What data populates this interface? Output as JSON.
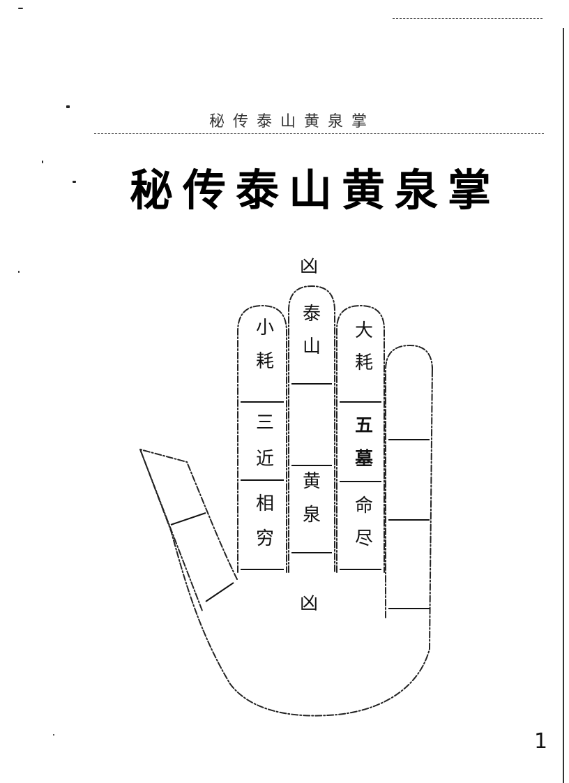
{
  "page": {
    "running_header": "秘传泰山黄泉掌",
    "title": "秘传泰山黄泉掌",
    "page_number": "1"
  },
  "diagram": {
    "top_label": "凶",
    "bottom_label": "凶",
    "fingers": {
      "little": {
        "top": [
          "小",
          "耗"
        ],
        "middle": [
          "三",
          "近"
        ],
        "bottom": [
          "相",
          "穷"
        ]
      },
      "middle": {
        "top": [
          "泰",
          "山"
        ],
        "bottom": [
          "黄",
          "泉"
        ]
      },
      "ring": {
        "top": [
          "大",
          "耗"
        ],
        "middle": [
          "五",
          "墓"
        ],
        "bottom": [
          "命",
          "尽"
        ]
      }
    }
  }
}
